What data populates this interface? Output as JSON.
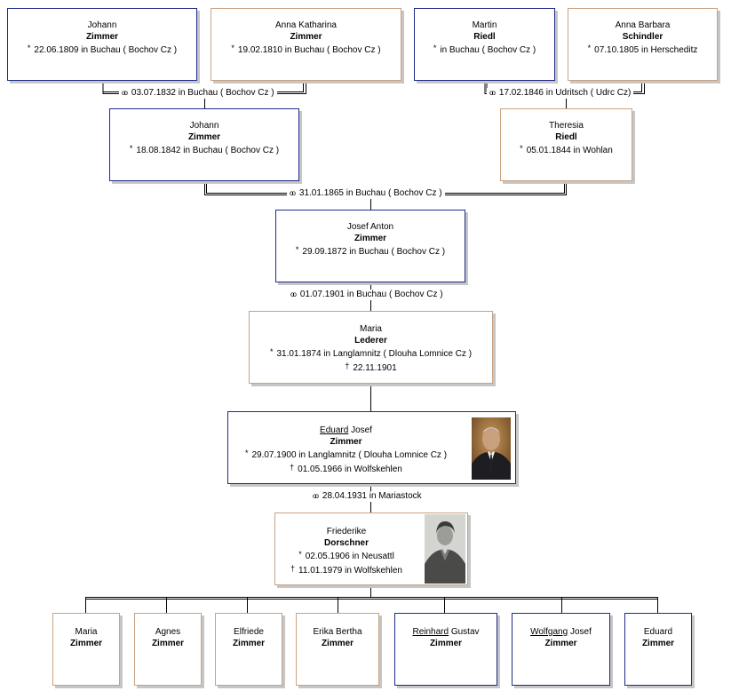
{
  "persons": {
    "johann_1809": {
      "first": "Johann",
      "surname": "Zimmer",
      "birth": "22.06.1809 in Buchau ( Bochov Cz )"
    },
    "anna_katharina": {
      "first": "Anna Katharina",
      "surname": "Zimmer",
      "birth": "19.02.1810 in Buchau ( Bochov Cz )"
    },
    "martin": {
      "first": "Martin",
      "surname": "Riedl",
      "birth": "in Buchau ( Bochov Cz )"
    },
    "anna_barbara": {
      "first": "Anna Barbara",
      "surname": "Schindler",
      "birth": "07.10.1805 in Herscheditz"
    },
    "johann_1842": {
      "first": "Johann",
      "surname": "Zimmer",
      "birth": "18.08.1842 in Buchau ( Bochov Cz )"
    },
    "theresia": {
      "first": "Theresia",
      "surname": "Riedl",
      "birth": "05.01.1844 in Wohlan"
    },
    "josef_anton": {
      "first": "Josef Anton",
      "surname": "Zimmer",
      "birth": "29.09.1872 in Buchau ( Bochov Cz )"
    },
    "maria_lederer": {
      "first": "Maria",
      "surname": "Lederer",
      "birth": "31.01.1874 in Langlamnitz ( Dlouha Lomnice Cz )",
      "death": "22.11.1901"
    },
    "eduard_josef": {
      "call": "Eduard",
      "first_rest": "Josef",
      "surname": "Zimmer",
      "birth": "29.07.1900 in Langlamnitz ( Dlouha Lomnice Cz )",
      "death": "01.05.1966 in Wolfskehlen"
    },
    "friederike": {
      "first": "Friederike",
      "surname": "Dorschner",
      "birth": "02.05.1906 in Neusattl",
      "death": "11.01.1979 in Wolfskehlen"
    }
  },
  "children": [
    {
      "first": "Maria",
      "surname": "Zimmer"
    },
    {
      "first": "Agnes",
      "surname": "Zimmer"
    },
    {
      "first": "Elfriede",
      "surname": "Zimmer"
    },
    {
      "first": "Erika Bertha",
      "surname": "Zimmer"
    },
    {
      "call": "Reinhard",
      "first_rest": "Gustav",
      "surname": "Zimmer"
    },
    {
      "call": "Wolfgang",
      "first_rest": "Josef",
      "surname": "Zimmer"
    },
    {
      "first": "Eduard",
      "surname": "Zimmer"
    }
  ],
  "marriages": {
    "m1832": "03.07.1832 in Buchau ( Bochov Cz )",
    "m1846": "17.02.1846 in Udritsch ( Udrc Cz)",
    "m1865": "31.01.1865 in Buchau ( Bochov Cz )",
    "m1901": "01.07.1901 in Buchau ( Bochov Cz )",
    "m1931": "28.04.1931 in Mariastock"
  },
  "symbols": {
    "birth": "*",
    "death": "†",
    "marriage": "oo"
  },
  "colors": {
    "male_border": "#1f2a8a",
    "female_border": "#c9a282",
    "line": "#000000",
    "shadow": "#c6c6c6"
  }
}
